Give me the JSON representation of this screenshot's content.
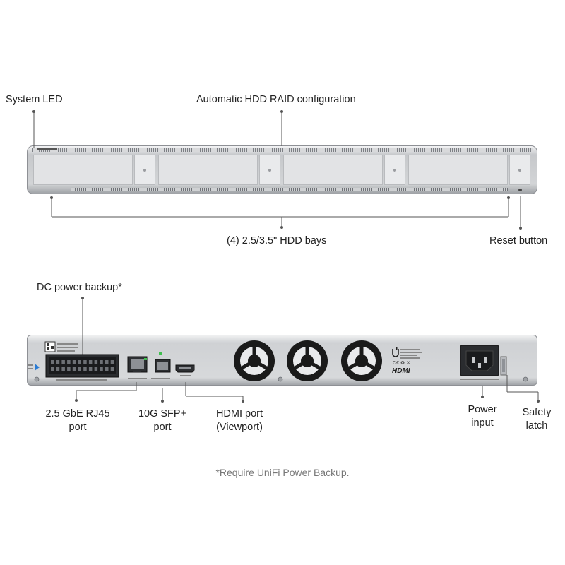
{
  "labels": {
    "system_led": "System LED",
    "raid": "Automatic HDD RAID configuration",
    "hdd_bays": "(4) 2.5/3.5\" HDD bays",
    "reset": "Reset button",
    "dc_backup": "DC power backup*",
    "rj45_line1": "2.5 GbE RJ45",
    "rj45_line2": "port",
    "sfp_line1": "10G SFP+",
    "sfp_line2": "port",
    "hdmi_line1": "HDMI port",
    "hdmi_line2": "(Viewport)",
    "power_line1": "Power",
    "power_line2": "input",
    "latch_line1": "Safety",
    "latch_line2": "latch"
  },
  "footnote": "*Require UniFi Power Backup.",
  "colors": {
    "chassis": "#c9cbce",
    "chassis_dark": "#8e9095",
    "bay_door": "#e2e3e5",
    "leader_line": "#555555",
    "fan": "#1a1a1a"
  },
  "icons": [
    "ubiquiti-logo-icon",
    "hdmi-logo-icon",
    "ce-mark-icon"
  ]
}
